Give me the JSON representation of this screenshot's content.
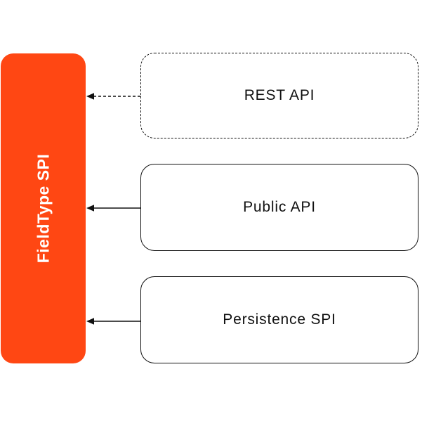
{
  "colors": {
    "accent_orange": "#FF4713",
    "line_black": "#111111",
    "background": "#FFFFFF",
    "sidebar_text": "#FFFFFF",
    "box_text": "#111111"
  },
  "sidebar": {
    "label": "FieldType SPI"
  },
  "boxes": [
    {
      "id": "rest-api",
      "label": "REST API",
      "border_style": "dashed"
    },
    {
      "id": "public-api",
      "label": "Public API",
      "border_style": "solid"
    },
    {
      "id": "persistence-spi",
      "label": "Persistence SPI",
      "border_style": "solid"
    }
  ],
  "connections": [
    {
      "from": "rest-api",
      "to": "FieldType SPI",
      "style": "dashed",
      "direction": "left"
    },
    {
      "from": "public-api",
      "to": "FieldType SPI",
      "style": "solid",
      "direction": "left"
    },
    {
      "from": "persistence-spi",
      "to": "FieldType SPI",
      "style": "solid",
      "direction": "left"
    }
  ]
}
